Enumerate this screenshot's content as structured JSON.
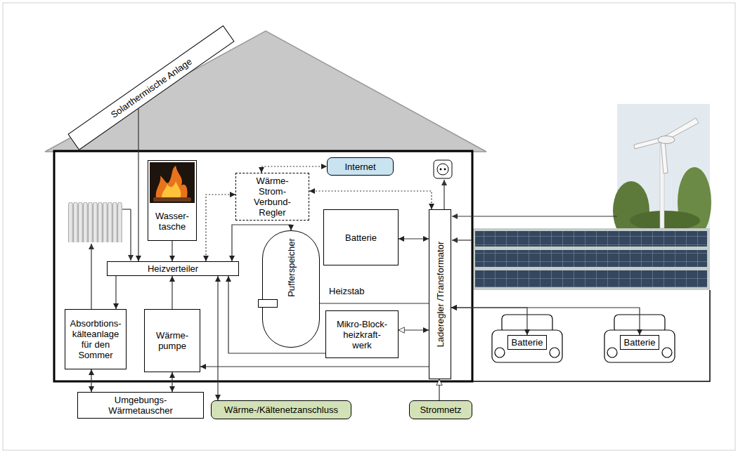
{
  "diagram": {
    "nodes": [
      {
        "text": [
          "Solarthermische Anlage"
        ]
      },
      {
        "text": [
          "Wasser- tasche"
        ]
      },
      {
        "text": [
          "Internet"
        ]
      },
      {
        "text": [
          "Wärme- Strom- Verbund- Regler"
        ]
      },
      {
        "text": [
          "Batterie"
        ]
      },
      {
        "text": [
          "Laderegler /Transformator"
        ]
      },
      {
        "text": [
          "Heizverteiler"
        ]
      },
      {
        "text": [
          "Pufferspeicher"
        ]
      },
      {
        "text": [
          "Heizstab"
        ]
      },
      {
        "text": [
          "Mikro-Block- heizkraft- werk"
        ]
      },
      {
        "text": [
          "Absorbtions- kälteanlage für den Sommer"
        ]
      },
      {
        "text": [
          "Wärme- pumpe"
        ]
      },
      {
        "text": [
          "Umgebungs- Wärmetauscher"
        ]
      },
      {
        "text": [
          "Wärme-/Kältenetzanschluss"
        ]
      },
      {
        "text": [
          "Stromnetz"
        ]
      },
      {
        "text": [
          "Batterie"
        ]
      },
      {
        "text": [
          "Batterie"
        ]
      }
    ],
    "edges": [
      {
        "from": 0,
        "to": 6,
        "arrow": "to"
      },
      {
        "from": 1,
        "to": 6,
        "arrow": "to"
      },
      {
        "from": 3,
        "to": 6,
        "arrow": "both"
      },
      {
        "from": 3,
        "to": 2,
        "arrow": "both"
      },
      {
        "from": 3,
        "to": 5,
        "arrow": "both"
      },
      {
        "from": 4,
        "to": 5,
        "arrow": "both"
      },
      {
        "from": 5,
        "to": 8,
        "arrow": "to"
      },
      {
        "from": 9,
        "to": 5,
        "arrow": "both"
      },
      {
        "from": 9,
        "to": 6,
        "arrow": "to"
      },
      {
        "from": 6,
        "to": 7,
        "arrow": "both"
      },
      {
        "from": 13,
        "to": 6,
        "arrow": "both"
      },
      {
        "from": 6,
        "to": 10,
        "arrow": "to"
      },
      {
        "from": 11,
        "to": 6,
        "arrow": "to"
      },
      {
        "from": 5,
        "to": 11,
        "arrow": "to"
      },
      {
        "from": 10,
        "to": 12,
        "arrow": "both"
      },
      {
        "from": 11,
        "to": 12,
        "arrow": "both"
      },
      {
        "from": 14,
        "to": 5,
        "arrow": "to"
      },
      {
        "from": 5,
        "to": 15,
        "arrow": "both"
      },
      {
        "from": 5,
        "to": 16,
        "arrow": "both"
      }
    ]
  }
}
